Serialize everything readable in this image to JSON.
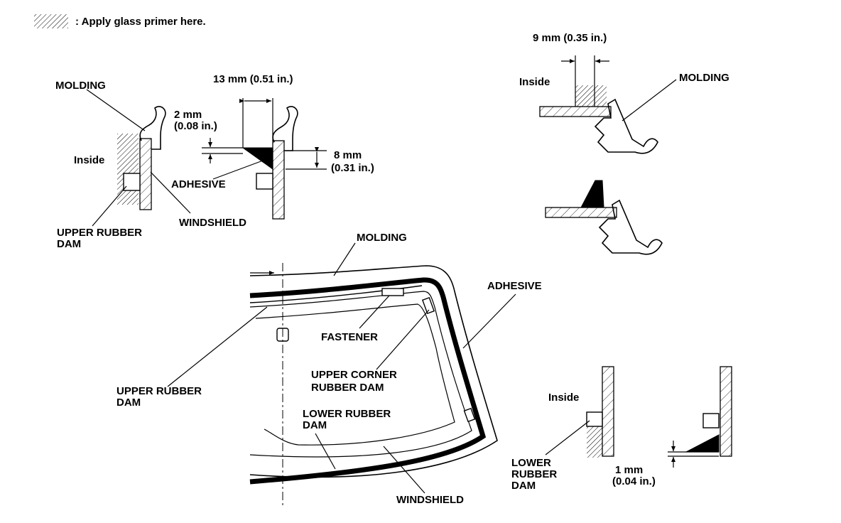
{
  "legend": {
    "text": ": Apply glass primer here."
  },
  "labels": {
    "molding_upper_left": "MOLDING",
    "inside_upper_left": "Inside",
    "gap_2mm_line1": "2 mm",
    "gap_2mm_line2": "(0.08 in.)",
    "width_13mm": "13 mm (0.51 in.)",
    "height_8mm_line1": "8 mm",
    "height_8mm_line2": "(0.31 in.)",
    "adhesive_upper_left": "ADHESIVE",
    "windshield_upper_left": "WINDSHIELD",
    "upper_rubber_dam_ul_line1": "UPPER RUBBER",
    "upper_rubber_dam_ul_line2": "DAM",
    "width_9mm": "9 mm (0.35 in.)",
    "inside_upper_right": "Inside",
    "molding_upper_right": "MOLDING",
    "molding_center": "MOLDING",
    "adhesive_center": "ADHESIVE",
    "fastener": "FASTENER",
    "upper_corner_dam_line1": "UPPER CORNER",
    "upper_corner_dam_line2": "RUBBER DAM",
    "upper_rubber_dam_center_line1": "UPPER RUBBER",
    "upper_rubber_dam_center_line2": "DAM",
    "lower_rubber_dam_center_line1": "LOWER RUBBER",
    "lower_rubber_dam_center_line2": "DAM",
    "windshield_center": "WINDSHIELD",
    "inside_lower_right": "Inside",
    "lower_rubber_dam_lr_line1": "LOWER",
    "lower_rubber_dam_lr_line2": "RUBBER",
    "lower_rubber_dam_lr_line3": "DAM",
    "gap_1mm_line1": "1 mm",
    "gap_1mm_line2": "(0.04 in.)"
  }
}
